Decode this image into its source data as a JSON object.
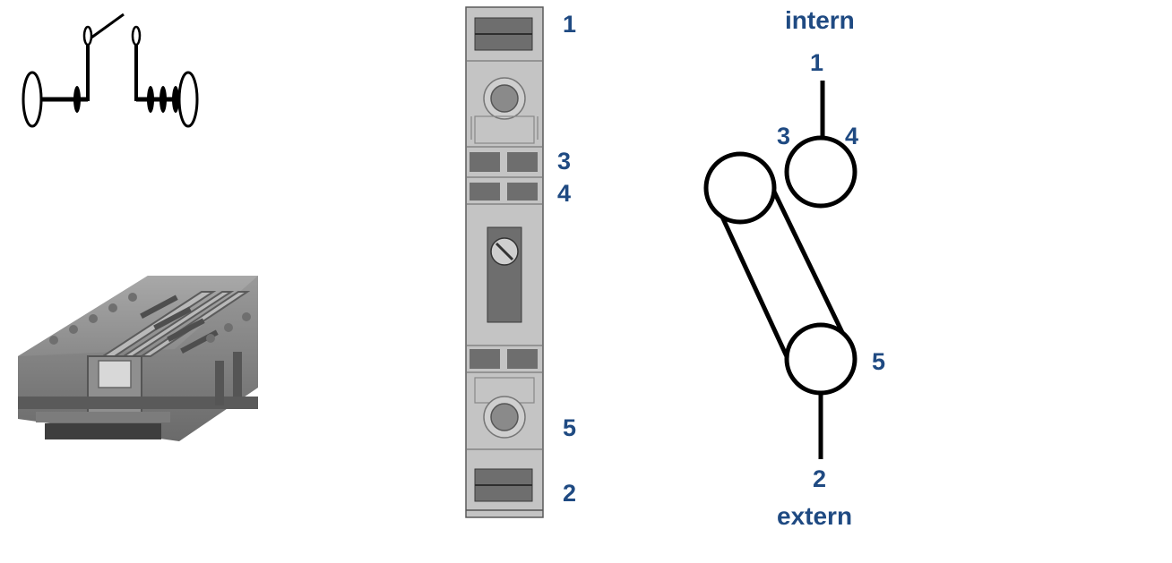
{
  "labels": {
    "strip_1": "1",
    "strip_3": "3",
    "strip_4": "4",
    "strip_5": "5",
    "strip_2": "2",
    "diagram_intern": "intern",
    "diagram_1": "1",
    "diagram_3": "3",
    "diagram_4": "4",
    "diagram_5": "5",
    "diagram_2": "2",
    "diagram_extern": "extern"
  },
  "colors": {
    "label": "#1f4a82",
    "line": "#000000",
    "terminal_gray": "#c4c4c4",
    "terminal_dark": "#6e6e6e"
  },
  "icons": [
    "disconnect-switch-symbol-icon",
    "terminal-block-photo",
    "terminal-strip-drawing"
  ]
}
